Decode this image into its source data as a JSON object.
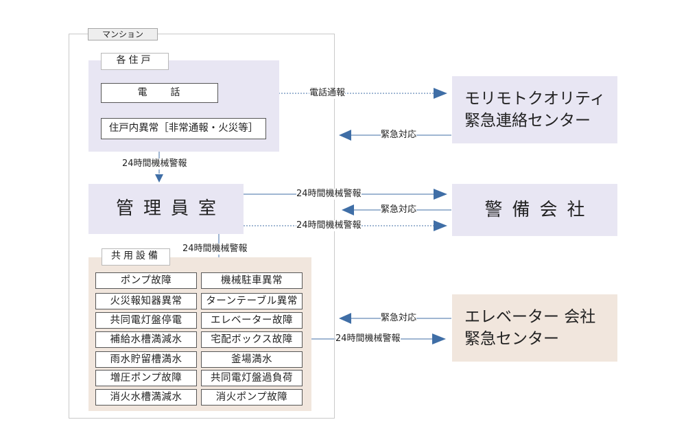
{
  "mansion_label": "マンション",
  "units": {
    "label": "各住戸",
    "phone": "電　　話",
    "abnormal": "住戸内異常［非常通報・火災等］"
  },
  "management_office": "管理員室",
  "common": {
    "label": "共用設備",
    "items": [
      "ポンプ故障",
      "機械駐車異常",
      "火災報知器異常",
      "ターンテーブル異常",
      "共同電灯盤停電",
      "エレベーター故障",
      "補給水槽満減水",
      "宅配ボックス故障",
      "雨水貯留槽満水",
      "釜場満水",
      "増圧ポンプ故障",
      "共同電灯盤過負荷",
      "消火水槽満減水",
      "消火ポンプ故障"
    ]
  },
  "external": {
    "morimoto_line1": "モリモトクオリティ",
    "morimoto_line2": "緊急連絡センター",
    "security": "警備会社",
    "elevator_line1": "エレベーター 会社",
    "elevator_line2": "緊急センター"
  },
  "arrows": {
    "phone_report": "電話通報",
    "emergency_response_1": "緊急対応",
    "machine_alarm_units": "24時間機械警報",
    "machine_alarm_security_1": "24時間機械警報",
    "emergency_response_2": "緊急対応",
    "machine_alarm_security_2": "24時間機械警報",
    "machine_alarm_common": "24時間機械警報",
    "emergency_response_3": "緊急対応",
    "machine_alarm_elevator": "24時間機械警報"
  },
  "colors": {
    "lavender": "#e8e6f3",
    "peach": "#f1e6dd",
    "arrow_blue": "#3f6ea6"
  }
}
